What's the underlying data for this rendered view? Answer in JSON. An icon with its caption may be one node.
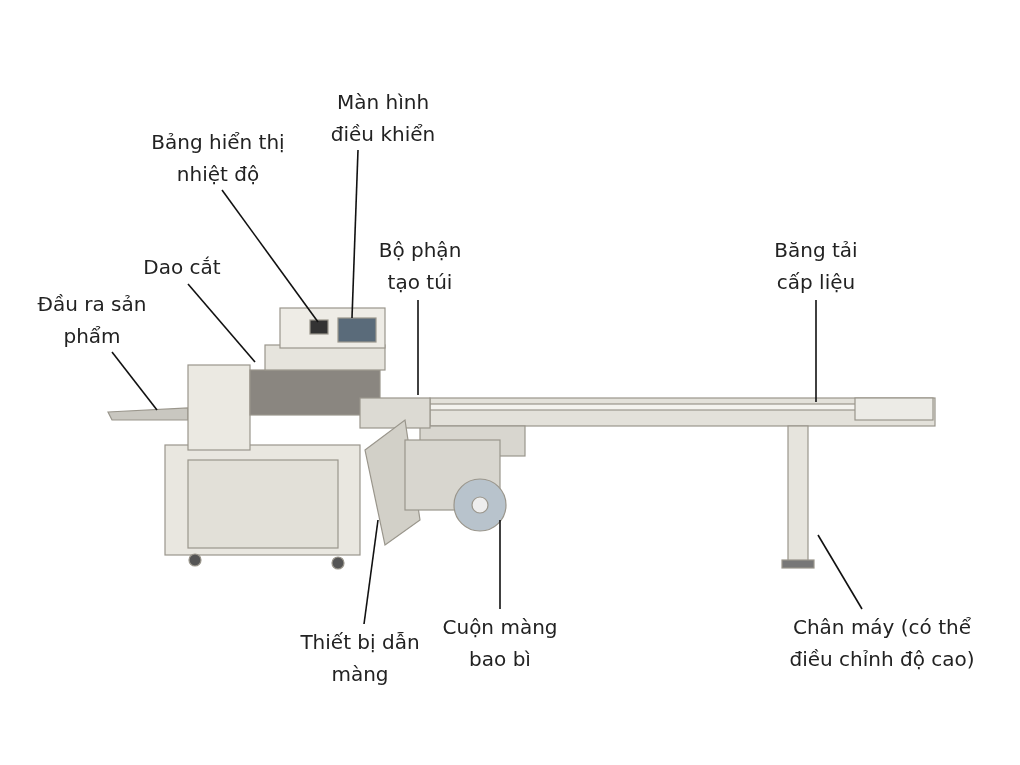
{
  "diagram": {
    "nodes": [
      {
        "text": [
          "Màn hình điều khiển"
        ]
      },
      {
        "text": [
          "Bảng hiển thị nhiệt độ"
        ]
      },
      {
        "text": [
          "Bộ phận tạo túi"
        ]
      },
      {
        "text": [
          "Băng tải cấp liệu"
        ]
      },
      {
        "text": [
          "Dao cắt"
        ]
      },
      {
        "text": [
          "Đầu ra sản phẩm"
        ]
      },
      {
        "text": [
          "Thiết bị dẫn màng"
        ]
      },
      {
        "text": [
          "Cuộn màng bao bì"
        ]
      },
      {
        "text": [
          "Chân máy (có thể điều chỉnh độ cao)"
        ]
      }
    ],
    "edges": [
      {
        "from": 0,
        "to": null,
        "arrow": "none"
      },
      {
        "from": 1,
        "to": null,
        "arrow": "none"
      },
      {
        "from": 2,
        "to": null,
        "arrow": "none"
      },
      {
        "from": 3,
        "to": null,
        "arrow": "none"
      },
      {
        "from": 4,
        "to": null,
        "arrow": "none"
      },
      {
        "from": 5,
        "to": null,
        "arrow": "none"
      },
      {
        "from": 6,
        "to": null,
        "arrow": "none"
      },
      {
        "from": 7,
        "to": null,
        "arrow": "none"
      },
      {
        "from": 8,
        "to": null,
        "arrow": "none"
      }
    ]
  }
}
